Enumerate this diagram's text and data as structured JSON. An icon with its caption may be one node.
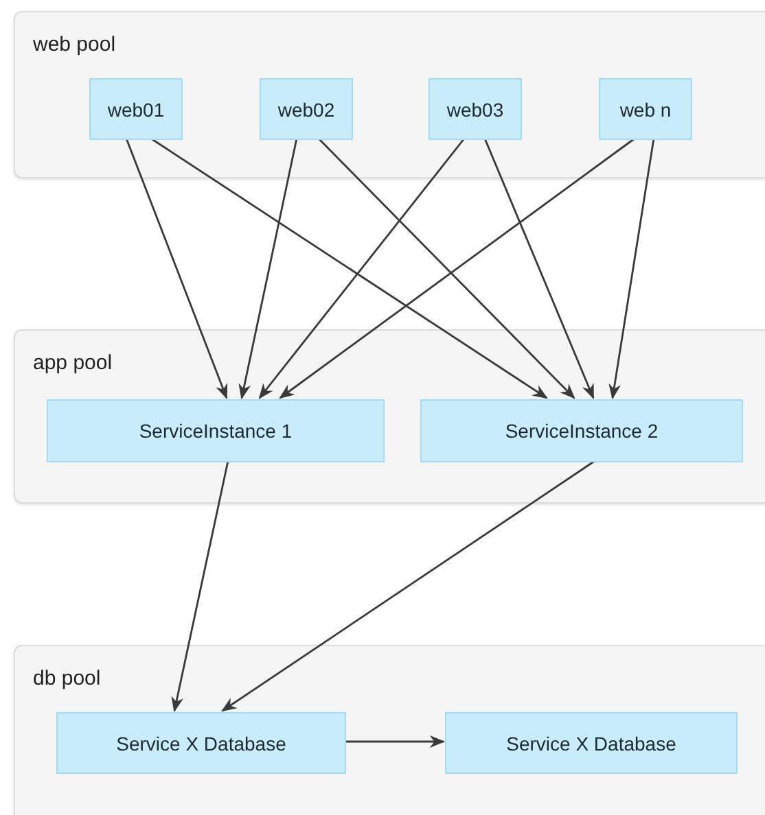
{
  "diagram": {
    "nodes": [
      {
        "text": [
          "web pool"
        ]
      },
      {
        "text": [
          "web01"
        ],
        "in": 0
      },
      {
        "text": [
          "web02"
        ],
        "in": 0
      },
      {
        "text": [
          "web03"
        ],
        "in": 0
      },
      {
        "text": [
          "web n"
        ],
        "in": 0
      },
      {
        "text": [
          "app pool"
        ]
      },
      {
        "text": [
          "ServiceInstance 1"
        ],
        "in": 5
      },
      {
        "text": [
          "ServiceInstance 2"
        ],
        "in": 5
      },
      {
        "text": [
          "db pool"
        ]
      },
      {
        "text": [
          "Service X Database"
        ],
        "in": 8
      },
      {
        "text": [
          "Service X Database"
        ],
        "in": 8
      }
    ],
    "edges": [
      {
        "from": 1,
        "to": 6,
        "arrow": "to"
      },
      {
        "from": 1,
        "to": 7,
        "arrow": "to"
      },
      {
        "from": 2,
        "to": 6,
        "arrow": "to"
      },
      {
        "from": 2,
        "to": 7,
        "arrow": "to"
      },
      {
        "from": 3,
        "to": 6,
        "arrow": "to"
      },
      {
        "from": 3,
        "to": 7,
        "arrow": "to"
      },
      {
        "from": 4,
        "to": 6,
        "arrow": "to"
      },
      {
        "from": 4,
        "to": 7,
        "arrow": "to"
      },
      {
        "from": 6,
        "to": 9,
        "arrow": "to"
      },
      {
        "from": 7,
        "to": 9,
        "arrow": "to"
      },
      {
        "from": 9,
        "to": 10,
        "arrow": "to"
      }
    ]
  }
}
